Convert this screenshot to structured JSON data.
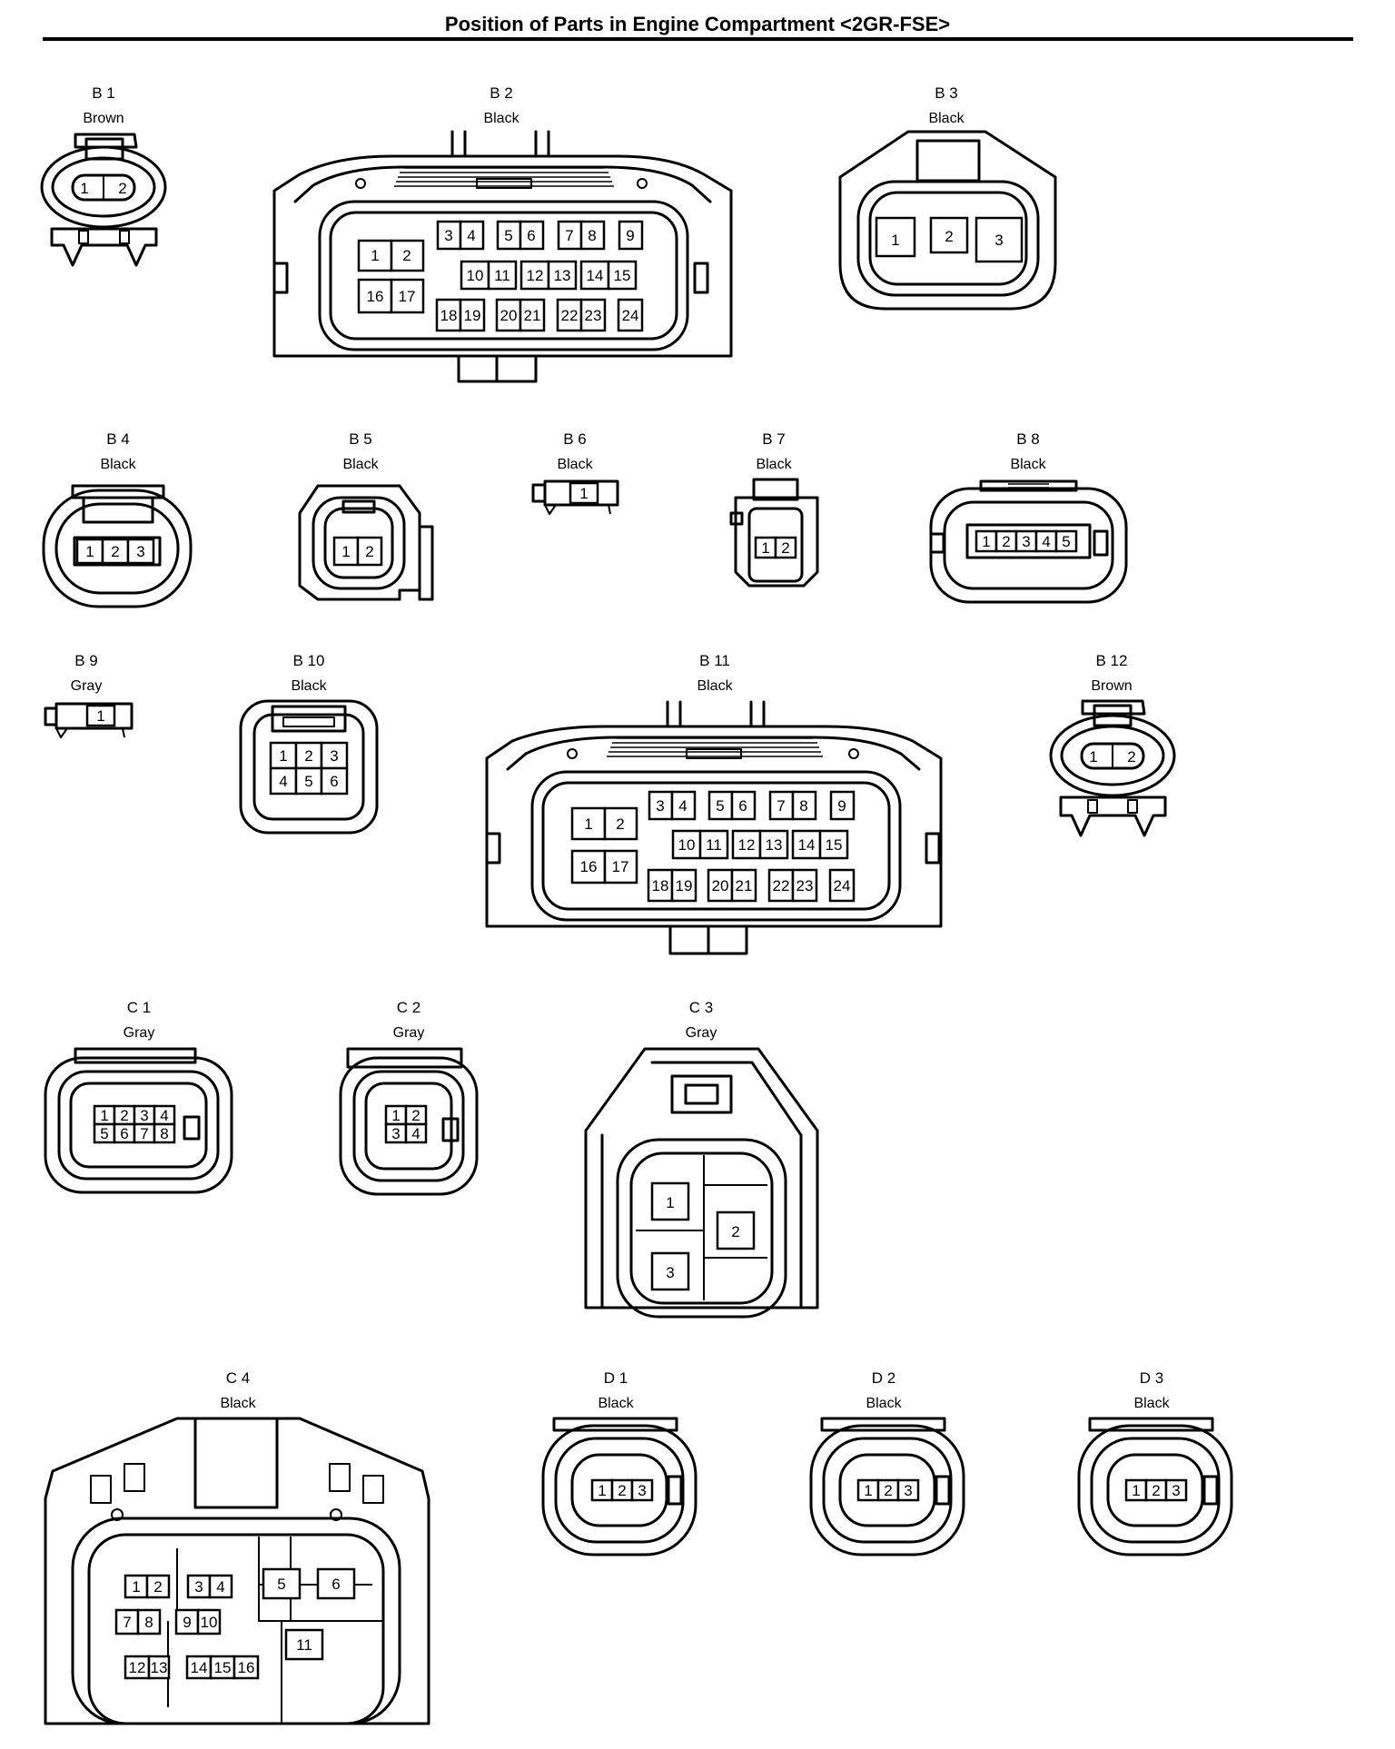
{
  "title": "Position of Parts in Engine Compartment <2GR-FSE>",
  "connectors": {
    "B1": {
      "id": "B 1",
      "color": "Brown",
      "pins": [
        "1",
        "2"
      ]
    },
    "B2": {
      "id": "B 2",
      "color": "Black",
      "pins": [
        "1",
        "2",
        "3",
        "4",
        "5",
        "6",
        "7",
        "8",
        "9",
        "10",
        "11",
        "12",
        "13",
        "14",
        "15",
        "16",
        "17",
        "18",
        "19",
        "20",
        "21",
        "22",
        "23",
        "24"
      ]
    },
    "B3": {
      "id": "B 3",
      "color": "Black",
      "pins": [
        "1",
        "2",
        "3"
      ]
    },
    "B4": {
      "id": "B 4",
      "color": "Black",
      "pins": [
        "1",
        "2",
        "3"
      ]
    },
    "B5": {
      "id": "B 5",
      "color": "Black",
      "pins": [
        "1",
        "2"
      ]
    },
    "B6": {
      "id": "B 6",
      "color": "Black",
      "pins": [
        "1"
      ]
    },
    "B7": {
      "id": "B 7",
      "color": "Black",
      "pins": [
        "1",
        "2"
      ]
    },
    "B8": {
      "id": "B 8",
      "color": "Black",
      "pins": [
        "1",
        "2",
        "3",
        "4",
        "5"
      ]
    },
    "B9": {
      "id": "B 9",
      "color": "Gray",
      "pins": [
        "1"
      ]
    },
    "B10": {
      "id": "B 10",
      "color": "Black",
      "pins": [
        "1",
        "2",
        "3",
        "4",
        "5",
        "6"
      ]
    },
    "B11": {
      "id": "B 11",
      "color": "Black",
      "pins": [
        "1",
        "2",
        "3",
        "4",
        "5",
        "6",
        "7",
        "8",
        "9",
        "10",
        "11",
        "12",
        "13",
        "14",
        "15",
        "16",
        "17",
        "18",
        "19",
        "20",
        "21",
        "22",
        "23",
        "24"
      ]
    },
    "B12": {
      "id": "B 12",
      "color": "Brown",
      "pins": [
        "1",
        "2"
      ]
    },
    "C1": {
      "id": "C 1",
      "color": "Gray",
      "pins": [
        "1",
        "2",
        "3",
        "4",
        "5",
        "6",
        "7",
        "8"
      ]
    },
    "C2": {
      "id": "C 2",
      "color": "Gray",
      "pins": [
        "1",
        "2",
        "3",
        "4"
      ]
    },
    "C3": {
      "id": "C 3",
      "color": "Gray",
      "pins": [
        "1",
        "2",
        "3"
      ]
    },
    "C4": {
      "id": "C 4",
      "color": "Black",
      "pins": [
        "1",
        "2",
        "3",
        "4",
        "5",
        "6",
        "7",
        "8",
        "9",
        "10",
        "11",
        "12",
        "13",
        "14",
        "15",
        "16"
      ]
    },
    "D1": {
      "id": "D 1",
      "color": "Black",
      "pins": [
        "1",
        "2",
        "3"
      ]
    },
    "D2": {
      "id": "D 2",
      "color": "Black",
      "pins": [
        "1",
        "2",
        "3"
      ]
    },
    "D3": {
      "id": "D 3",
      "color": "Black",
      "pins": [
        "1",
        "2",
        "3"
      ]
    }
  }
}
